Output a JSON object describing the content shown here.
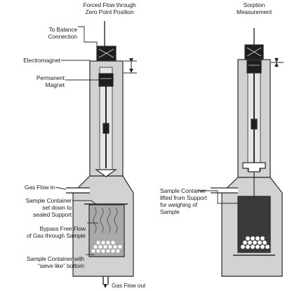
{
  "diagram": {
    "left": {
      "title_line1": "Forced Flow through",
      "title_line2": "Zero Point Position",
      "labels": {
        "to_balance_1": "To Balance",
        "to_balance_2": "Connection",
        "electromagnet": "Electromagnet",
        "permanent_1": "Permanent",
        "permanent_2": "Magnet",
        "gas_flow_in": "Gas Flow in",
        "container_down_1": "Sample Container",
        "container_down_2": "set down to",
        "container_down_3": "sealed Support",
        "bypass_1": "Bypass Free Flow",
        "bypass_2": "of Gas through Sample",
        "sieve_1": "Sample Container with",
        "sieve_2": "“sieve like” bottom",
        "gas_flow_out": "Gas Flow out"
      }
    },
    "right": {
      "title_line1": "Sorption",
      "title_line2": "Measurement",
      "labels": {
        "lifted_1": "Sample Container",
        "lifted_2": "lifted from Support",
        "lifted_3": "for weighing of",
        "lifted_4": "Sample"
      }
    },
    "colors": {
      "housing": "#d2d2d2",
      "outline": "#2a2a2a",
      "sample_light": "#a9a9a9",
      "sample_dark": "#3a3a3a",
      "magnet": "#1e1e1e"
    }
  }
}
